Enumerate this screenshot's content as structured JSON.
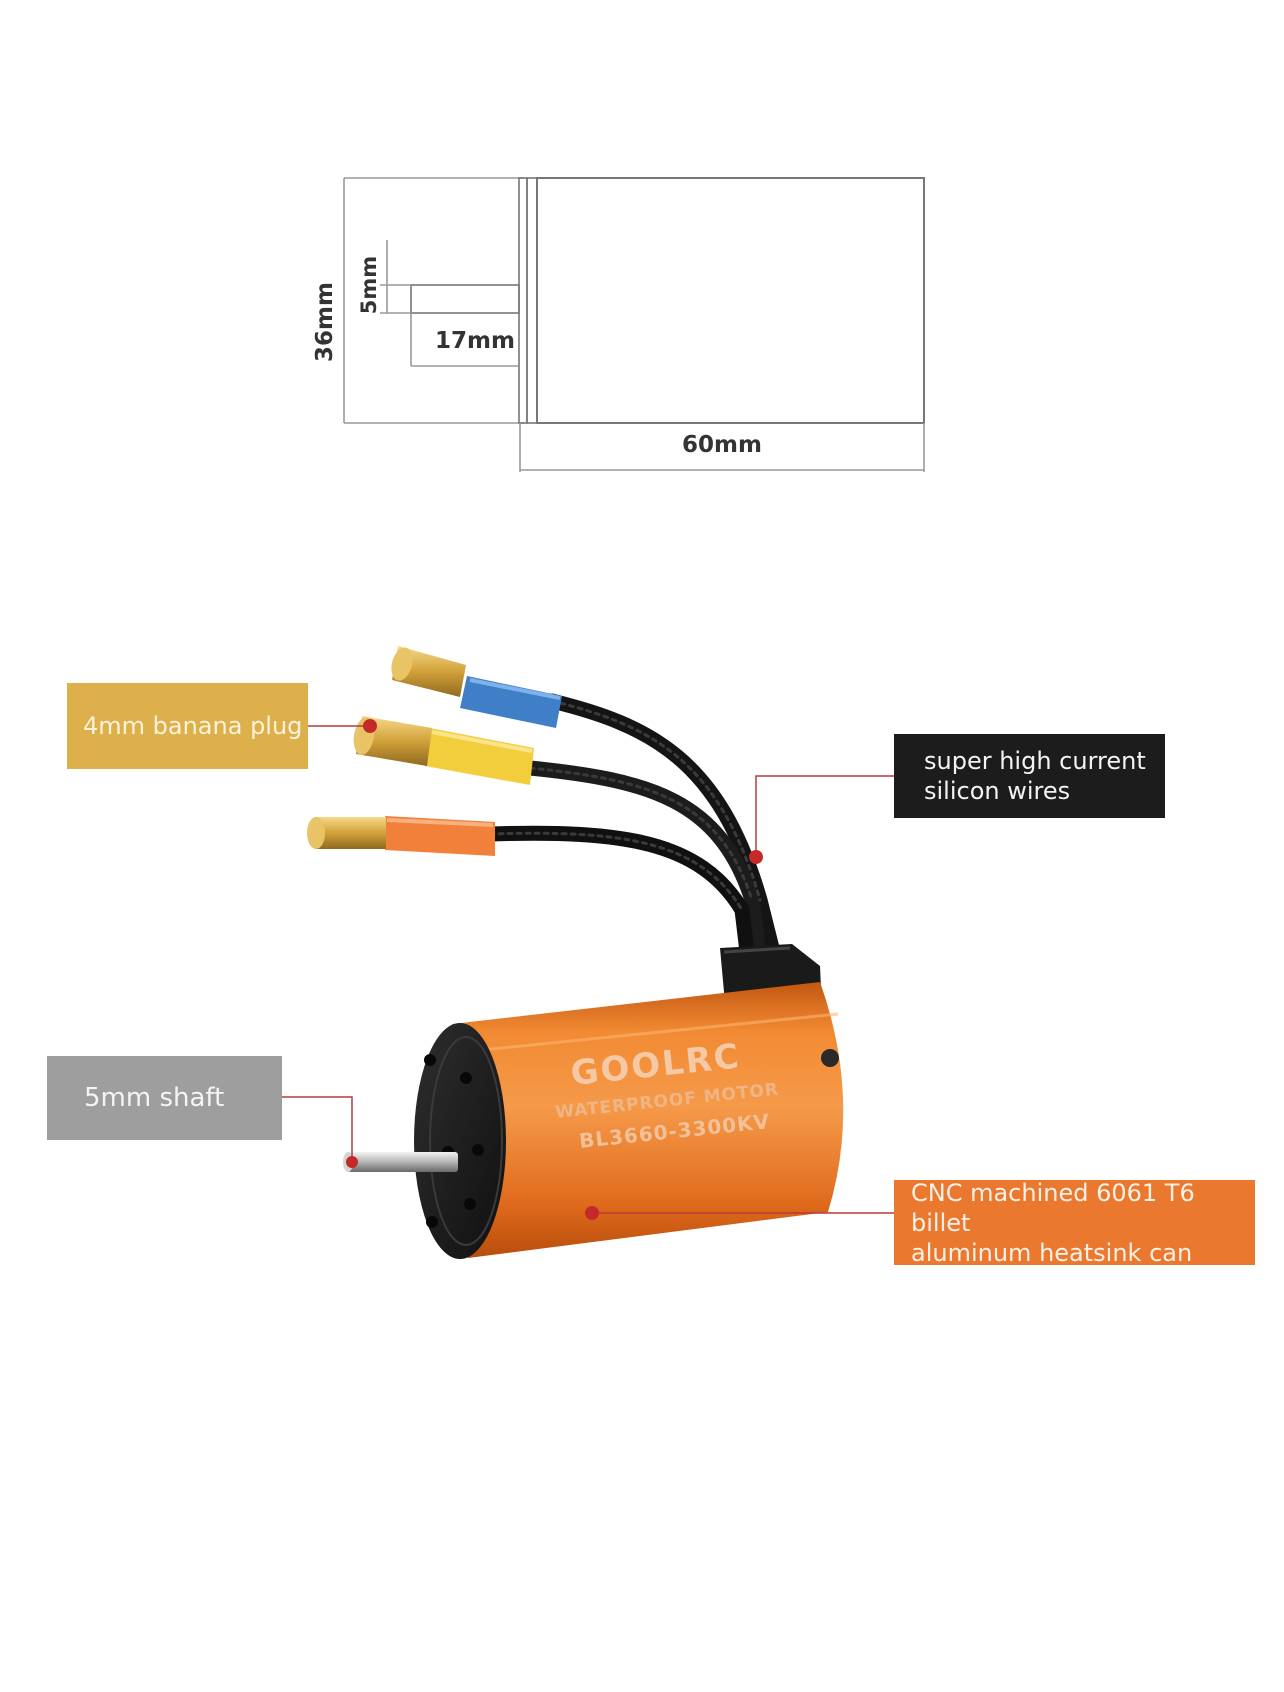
{
  "dimensions": {
    "height_label": "36mm",
    "shaft_diameter_label": "5mm",
    "shaft_length_label": "17mm",
    "body_length_label": "60mm"
  },
  "motor": {
    "brand": "GOOLRC",
    "subtitle": "WATERPROOF MOTOR",
    "model": "BL3660-3300KV"
  },
  "callouts": {
    "banana_plug": "4mm banana plug",
    "wires": "super high current\nsilicon wires",
    "shaft": "5mm shaft",
    "can": "CNC machined 6061 T6 billet\naluminum heatsink can"
  },
  "colors": {
    "banana_box": "#deb04b",
    "wires_box": "#1b1c1b",
    "shaft_box": "#9e9e9e",
    "can_box": "#ea792f",
    "motor_can": "#e8741f",
    "leader_line": "#b73a3a"
  }
}
